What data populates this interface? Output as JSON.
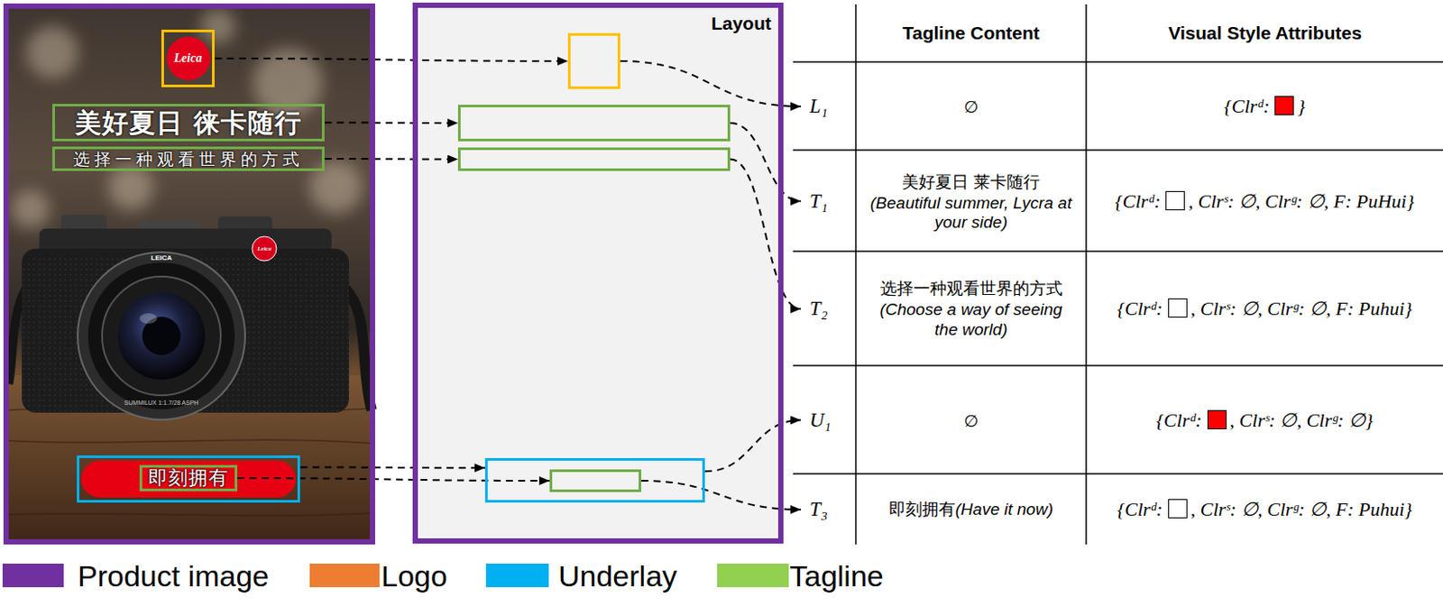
{
  "diagram": {
    "nodes": [
      {
        "text": []
      },
      {
        "text": [
          "Leica"
        ],
        "in": 0
      },
      {
        "text": [
          "美好夏日 徕卡随行"
        ],
        "in": 0
      },
      {
        "text": [
          "选择一种观看世界的方式"
        ],
        "in": 0
      },
      {
        "text": [],
        "in": 0
      },
      {
        "text": [
          "即刻拥有"
        ],
        "in": 4
      },
      {
        "text": [
          "Layout"
        ]
      },
      {
        "text": [],
        "in": 6
      },
      {
        "text": [],
        "in": 6
      },
      {
        "text": [],
        "in": 6
      },
      {
        "text": [],
        "in": 6
      },
      {
        "text": [],
        "in": 10
      },
      {
        "text": [
          "L₁",
          "∅",
          "{Clrᵈ:",
          "}"
        ]
      },
      {
        "text": [
          "T₁",
          "美好夏日 莱卡随行",
          "(Beautiful summer, Lycra at your side)",
          "{Clrᵈ:",
          ", Clrˢ: ∅, Clrᵍ: ∅, F: PuHui}"
        ]
      },
      {
        "text": [
          "T₂",
          "选择一种观看世界的方式",
          "(Choose a way of seeing the world)",
          "{Clrᵈ:",
          ", Clrˢ: ∅, Clrᵍ: ∅, F: Puhui}"
        ]
      },
      {
        "text": [
          "U₁",
          "∅",
          "{Clrᵈ:",
          ", Clrˢ: ∅, Clrᵍ: ∅}"
        ]
      },
      {
        "text": [
          "T₃",
          "即刻拥有",
          "(Have it now)",
          "{Clrᵈ:",
          ", Clrˢ: ∅, Clrᵍ: ∅, F: Puhui}"
        ]
      }
    ],
    "edges": [
      {
        "from": 1,
        "to": 7,
        "arrow": "to"
      },
      {
        "from": 2,
        "to": 8,
        "arrow": "to"
      },
      {
        "from": 3,
        "to": 9,
        "arrow": "to"
      },
      {
        "from": 4,
        "to": 10,
        "arrow": "to"
      },
      {
        "from": 5,
        "to": 11,
        "arrow": "to"
      },
      {
        "from": 7,
        "to": 12,
        "arrow": "to"
      },
      {
        "from": 8,
        "to": 13,
        "arrow": "to"
      },
      {
        "from": 9,
        "to": 14,
        "arrow": "to"
      },
      {
        "from": 10,
        "to": 15,
        "arrow": "to"
      },
      {
        "from": 11,
        "to": 16,
        "arrow": "to"
      }
    ],
    "labels": [
      "Tagline Content",
      "Visual Style Attributes",
      "Leica",
      "LEICA",
      "SUMMILUX 1:1.7/28 ASPH"
    ],
    "legend": [
      {
        "text": "Product image",
        "color": "#7030a0"
      },
      {
        "text": "Logo",
        "color": "#ed7d31"
      },
      {
        "text": "Underlay",
        "color": "#00b0f0"
      },
      {
        "text": "Tagline",
        "color": "#92d050"
      }
    ]
  }
}
